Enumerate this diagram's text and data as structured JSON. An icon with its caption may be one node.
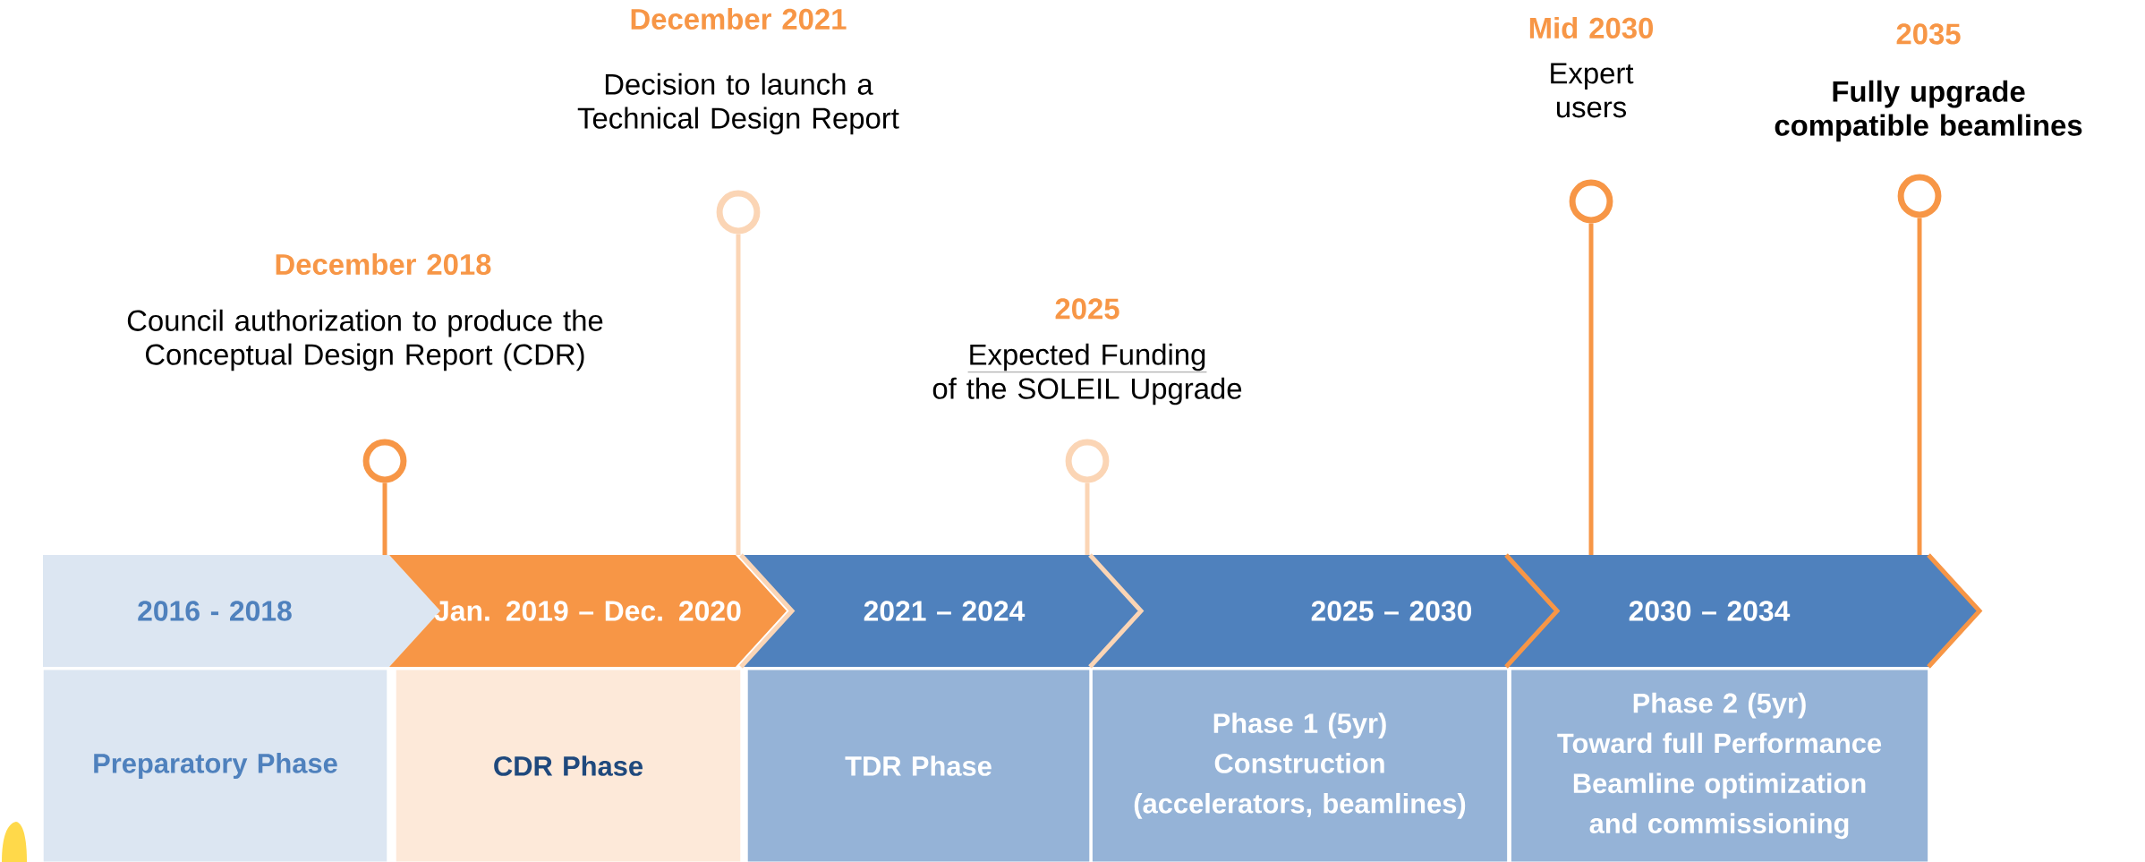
{
  "diagram": {
    "nodes": [
      {
        "text": [
          "2016 - 2018"
        ]
      },
      {
        "text": [
          "Jan. 2019 – Dec. 2020"
        ]
      },
      {
        "text": [
          "2021 – 2024"
        ]
      },
      {
        "text": [
          "2025 – 2030"
        ]
      },
      {
        "text": [
          "2030 – 2034"
        ]
      },
      {
        "text": [
          "Preparatory Phase"
        ]
      },
      {
        "text": [
          "CDR Phase"
        ]
      },
      {
        "text": [
          "TDR Phase"
        ]
      },
      {
        "text": [
          "Phase 1 (5yr)",
          "Construction",
          "(accelerators, beamlines)"
        ]
      },
      {
        "text": [
          "Phase 2 (5yr)",
          "Toward full Performance",
          "Beamline optimization and commissioning"
        ]
      },
      {
        "text": [],
        "shape": "circle",
        "beside": [
          "December 2018",
          "Council authorization to produce the Conceptual Design Report (CDR)"
        ]
      },
      {
        "text": [],
        "shape": "circle",
        "beside": [
          "December 2021",
          "Decision to launch a Technical Design Report"
        ]
      },
      {
        "text": [],
        "shape": "circle",
        "beside": [
          "2025",
          "Expected Funding",
          "of the SOLEIL Upgrade"
        ]
      },
      {
        "text": [],
        "shape": "circle",
        "beside": [
          "Mid 2030",
          "Expert users"
        ]
      },
      {
        "text": [],
        "shape": "circle",
        "beside": [
          "2035",
          "Fully upgrade compatible beamlines"
        ]
      }
    ],
    "edges": [
      {
        "from": 10,
        "to": 1,
        "arrow": "none"
      },
      {
        "from": 11,
        "to": 2,
        "arrow": "none",
        "color": "#fbd5b5"
      },
      {
        "from": 12,
        "to": 3,
        "arrow": "none",
        "color": "#fbd5b5"
      },
      {
        "from": 13,
        "to": 4,
        "arrow": "none"
      },
      {
        "from": 14,
        "to": 4,
        "arrow": "none"
      }
    ]
  }
}
